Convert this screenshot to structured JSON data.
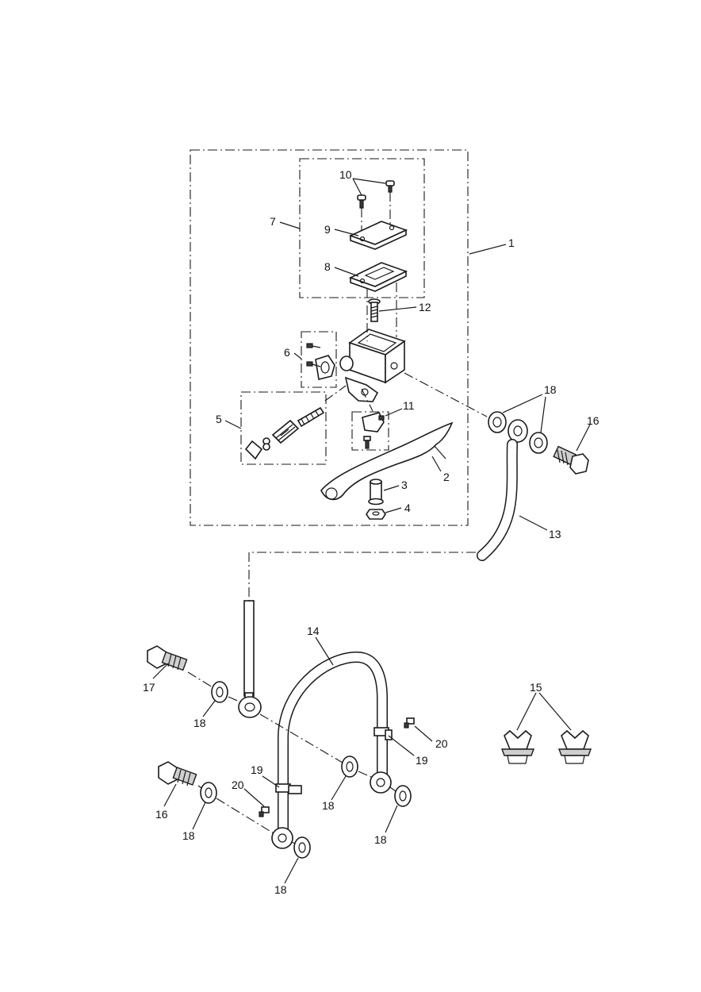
{
  "labels": {
    "p1": "1",
    "p2": "2",
    "p3": "3",
    "p4": "4",
    "p5": "5",
    "p6": "6",
    "p7": "7",
    "p8": "8",
    "p9": "9",
    "p10": "10",
    "p11": "11",
    "p12": "12",
    "p13": "13",
    "p14": "14",
    "p15": "15",
    "p16a": "16",
    "p16b": "16",
    "p17": "17",
    "p18a": "18",
    "p18b": "18",
    "p18c": "18",
    "p18d": "18",
    "p18e": "18",
    "p18f": "18",
    "p19a": "19",
    "p19b": "19",
    "p20a": "20",
    "p20b": "20"
  }
}
